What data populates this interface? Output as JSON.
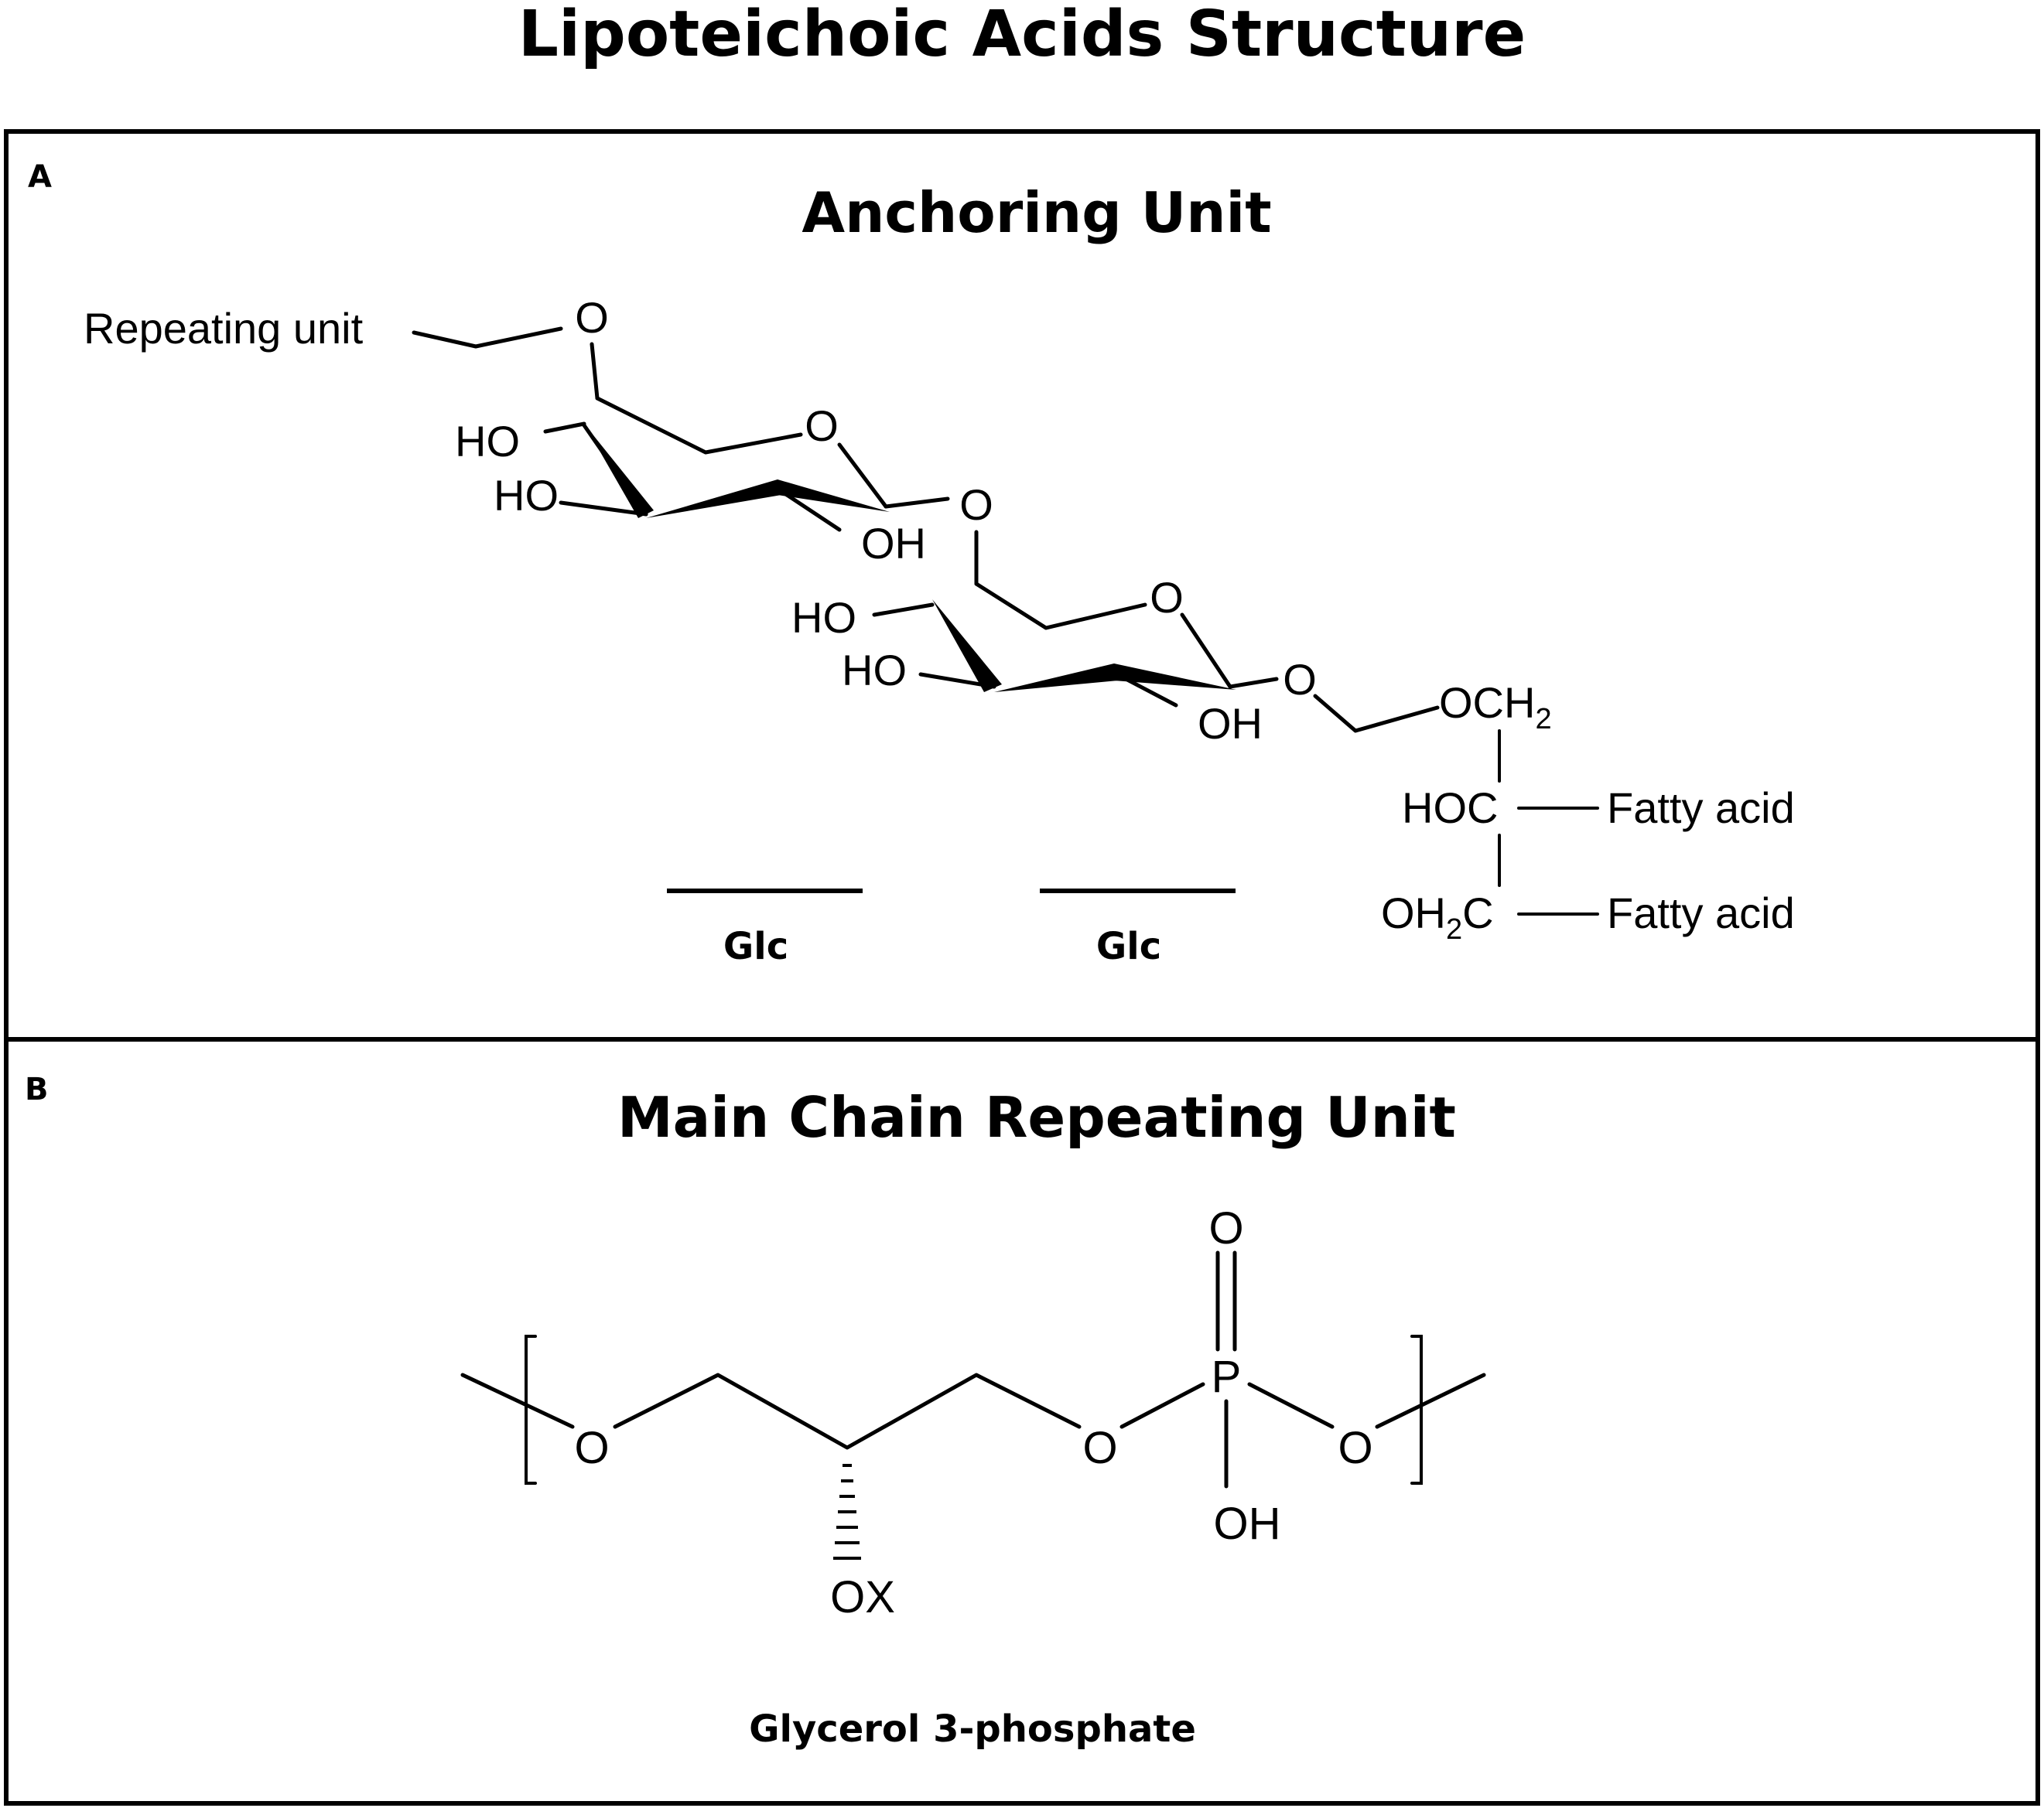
{
  "title": "Lipoteichoic Acids Structure",
  "panel_a": {
    "letter": "A",
    "heading": "Anchoring Unit",
    "labels": {
      "repeating_unit": "Repeating unit",
      "o_top": "O",
      "ho1": "HO",
      "ho2": "HO",
      "ring1_o": "O",
      "oh1": "OH",
      "link_o": "O",
      "ho3": "HO",
      "ho4": "HO",
      "ring2_o": "O",
      "oh2": "OH",
      "glyc_o": "O",
      "och2_main": "OCH",
      "och2_sub": "2",
      "hoc": "HOC",
      "fatty_acid_1": "Fatty acid",
      "oh2c_a": "OH",
      "oh2c_sub": "2",
      "oh2c_b": "C",
      "fatty_acid_2": "Fatty acid"
    },
    "sugar_labels": [
      "Glc",
      "Glc"
    ]
  },
  "panel_b": {
    "letter": "B",
    "heading": "Main Chain Repeating Unit",
    "labels": {
      "o_left": "O",
      "o_mid": "O",
      "o_right": "O",
      "p": "P",
      "o_double": "O",
      "oh": "OH",
      "ox": "OX"
    },
    "caption": "Glycerol 3-phosphate"
  }
}
